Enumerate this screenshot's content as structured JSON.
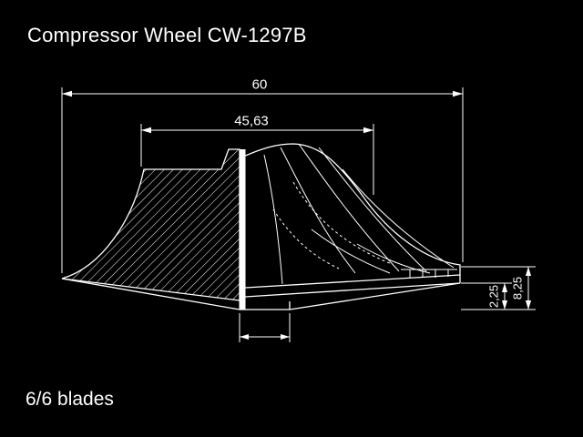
{
  "colors": {
    "background": "#000000",
    "line": "#ffffff"
  },
  "header": {
    "title": "Compressor Wheel CW-1297B"
  },
  "footer": {
    "note": "6/6 blades"
  },
  "dimensions": {
    "overall_width": "60",
    "upper_width": "45,63",
    "tip_step_height": "2,25",
    "exducer_tip_height": "8,25"
  }
}
